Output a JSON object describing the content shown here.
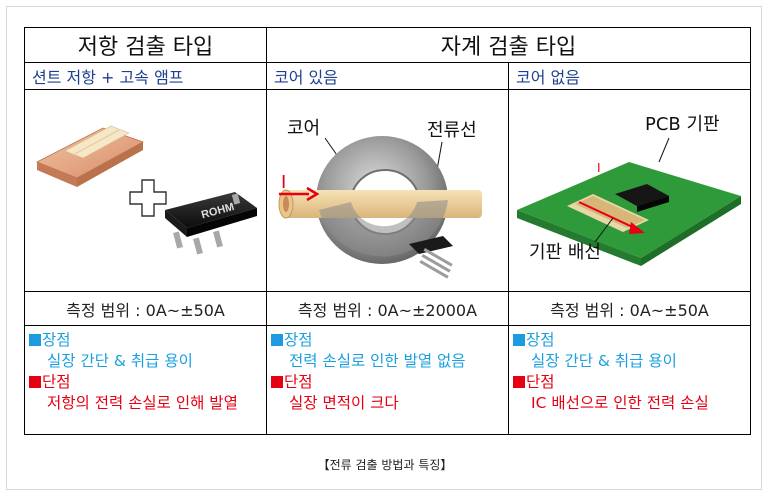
{
  "headers": {
    "resistor": "저항 검출 타입",
    "magnetic": "자계 검출 타입"
  },
  "columns": [
    {
      "subtitle": "션트 저항 + 고속 앰프",
      "range": "측정 범위 : 0A~±50A",
      "merit_label": "장점",
      "merit_text": "실장 간단 & 취급 용이",
      "demerit_label": "단점",
      "demerit_text": "저항의 전력 손실로 인해 발열"
    },
    {
      "subtitle": "코어 있음",
      "range": "측정 범위 : 0A~±2000A",
      "merit_label": "장점",
      "merit_text": "전력 손실로 인한 발열 없음",
      "demerit_label": "단점",
      "demerit_text": "실장 면적이 크다"
    },
    {
      "subtitle": "코어 없음",
      "range": "측정 범위 : 0A~±50A",
      "merit_label": "장점",
      "merit_text": "실장 간단 & 취급 용이",
      "demerit_label": "단점",
      "demerit_text": "IC 배선으로 인한 전력 손실"
    }
  ],
  "illustrations": {
    "ic_logo": "ROHM",
    "core_label": "코어",
    "wire_label": "전류선",
    "current_label": "I",
    "pcb_label": "PCB 기판",
    "trace_label": "기판 배선",
    "pcb_current_label": "I"
  },
  "caption": "【전류 검출 방법과 특징】",
  "colors": {
    "merit": "#1aa0e0",
    "demerit": "#e60012",
    "subtitle": "#1f3f8f"
  }
}
